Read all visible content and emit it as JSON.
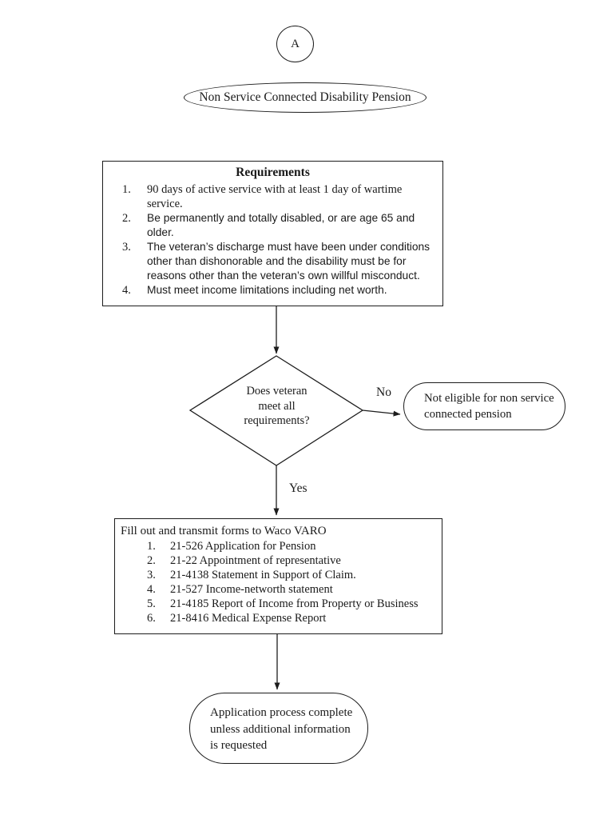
{
  "diagram": {
    "connector_label": "A",
    "title": "Non Service Connected Disability Pension",
    "requirements": {
      "title": "Requirements",
      "items": [
        {
          "num": "1.",
          "text": "90 days of active service with at least 1 day of wartime service."
        },
        {
          "num": "2.",
          "text": "Be permanently and totally disabled, or are age 65 and older."
        },
        {
          "num": "3.",
          "text": "The veteran’s discharge must have been under conditions other than dishonorable and the disability must be for reasons other than the veteran’s own willful misconduct."
        },
        {
          "num": "4.",
          "text": "Must meet income limitations including net worth."
        }
      ]
    },
    "decision": {
      "lines": [
        "Does veteran",
        "meet all",
        "requirements?"
      ]
    },
    "no_label": "No",
    "yes_label": "Yes",
    "not_eligible": {
      "lines": [
        "Not eligible for non service",
        "connected pension"
      ]
    },
    "forms": {
      "title": "Fill out and transmit forms to Waco VARO",
      "items": [
        {
          "num": "1.",
          "text": "21-526 Application for Pension"
        },
        {
          "num": "2.",
          "text": "21-22 Appointment of representative"
        },
        {
          "num": "3.",
          "text": "21-4138 Statement in Support of Claim."
        },
        {
          "num": "4.",
          "text": "21-527 Income-networth statement"
        },
        {
          "num": "5.",
          "text": "21-4185 Report of Income from Property or Business"
        },
        {
          "num": "6.",
          "text": "21-8416 Medical Expense Report"
        }
      ]
    },
    "complete": {
      "lines": [
        "Application process complete",
        "unless additional information",
        "is requested"
      ]
    }
  },
  "colors": {
    "line": "#1c1c1c",
    "text": "#1a1a1a",
    "background": "#ffffff"
  }
}
